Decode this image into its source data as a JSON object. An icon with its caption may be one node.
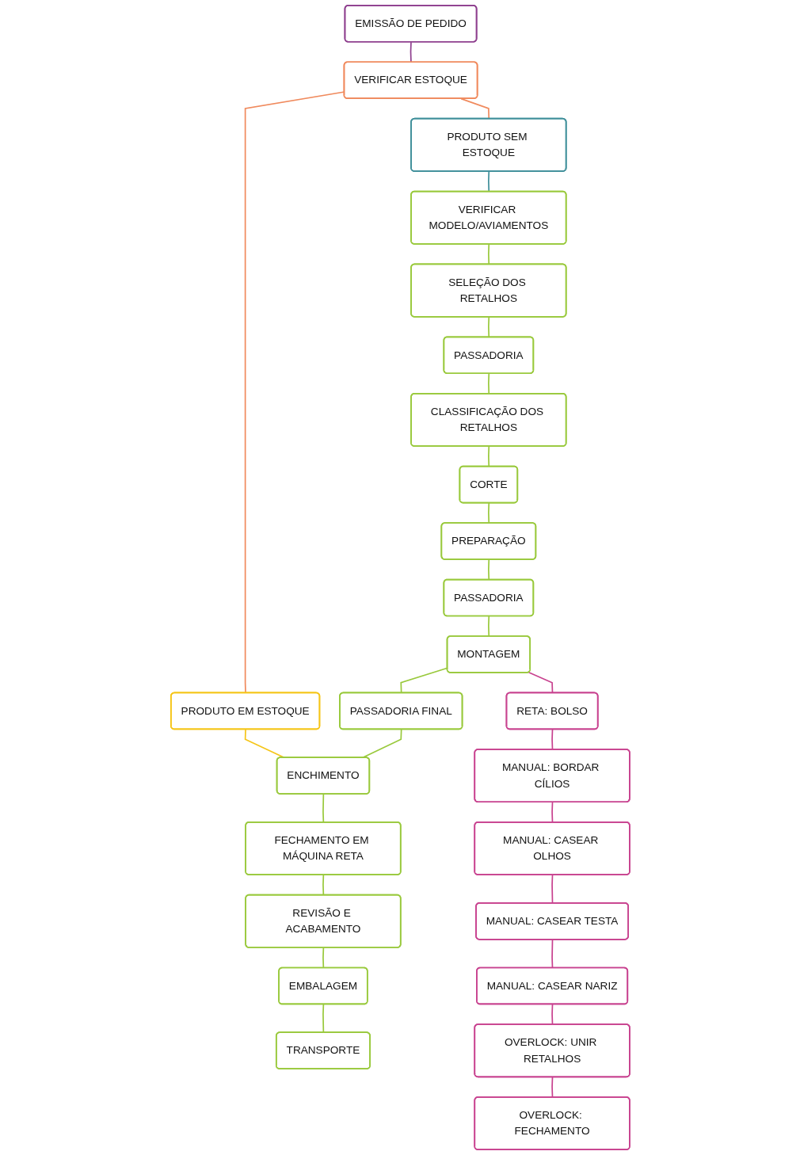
{
  "diagram": {
    "nodes": [
      {
        "text": [
          "EMISSÃO DE PEDIDO"
        ]
      },
      {
        "text": [
          "VERIFICAR ESTOQUE"
        ]
      },
      {
        "text": [
          "PRODUTO EM ESTOQUE"
        ]
      },
      {
        "text": [
          "PRODUTO SEM ESTOQUE"
        ]
      },
      {
        "text": [
          "VERIFICAR MODELO/AVIAMENTOS"
        ]
      },
      {
        "text": [
          "SELEÇÃO DOS RETALHOS"
        ]
      },
      {
        "text": [
          "PASSADORIA"
        ]
      },
      {
        "text": [
          "CLASSIFICAÇÃO DOS RETALHOS"
        ]
      },
      {
        "text": [
          "CORTE"
        ]
      },
      {
        "text": [
          "PREPARAÇÃO"
        ]
      },
      {
        "text": [
          "PASSADORIA"
        ]
      },
      {
        "text": [
          "MONTAGEM"
        ]
      },
      {
        "text": [
          "PASSADORIA FINAL"
        ]
      },
      {
        "text": [
          "ENCHIMENTO"
        ]
      },
      {
        "text": [
          "FECHAMENTO EM MÁQUINA RETA"
        ]
      },
      {
        "text": [
          "REVISÃO E ACABAMENTO"
        ]
      },
      {
        "text": [
          "EMBALAGEM"
        ]
      },
      {
        "text": [
          "TRANSPORTE"
        ]
      },
      {
        "text": [
          "RETA: BOLSO"
        ]
      },
      {
        "text": [
          "MANUAL: BORDAR CÍLIOS"
        ]
      },
      {
        "text": [
          "MANUAL: CASEAR OLHOS"
        ]
      },
      {
        "text": [
          "MANUAL: CASEAR TESTA"
        ]
      },
      {
        "text": [
          "MANUAL: CASEAR NARIZ"
        ]
      },
      {
        "text": [
          "OVERLOCK: UNIR RETALHOS"
        ]
      },
      {
        "text": [
          "OVERLOCK: FECHAMENTO"
        ]
      }
    ],
    "edges": [
      {
        "from": 0,
        "to": 1,
        "arrow": "none",
        "color": "#8e3f8e"
      },
      {
        "from": 1,
        "to": 2,
        "arrow": "none",
        "color": "#f08a5d"
      },
      {
        "from": 1,
        "to": 3,
        "arrow": "none",
        "color": "#f08a5d"
      },
      {
        "from": 3,
        "to": 4,
        "arrow": "none",
        "color": "#3f8f9a"
      },
      {
        "from": 4,
        "to": 5,
        "arrow": "none"
      },
      {
        "from": 5,
        "to": 6,
        "arrow": "none"
      },
      {
        "from": 6,
        "to": 7,
        "arrow": "none"
      },
      {
        "from": 7,
        "to": 8,
        "arrow": "none"
      },
      {
        "from": 8,
        "to": 9,
        "arrow": "none"
      },
      {
        "from": 9,
        "to": 10,
        "arrow": "none"
      },
      {
        "from": 10,
        "to": 11,
        "arrow": "none"
      },
      {
        "from": 11,
        "to": 18,
        "arrow": "none",
        "color": "#c8428f"
      },
      {
        "from": 18,
        "to": 19,
        "arrow": "none",
        "color": "#c8428f"
      },
      {
        "from": 19,
        "to": 20,
        "arrow": "none",
        "color": "#c8428f"
      },
      {
        "from": 20,
        "to": 21,
        "arrow": "none",
        "color": "#c8428f"
      },
      {
        "from": 21,
        "to": 22,
        "arrow": "none",
        "color": "#c8428f"
      },
      {
        "from": 22,
        "to": 23,
        "arrow": "none",
        "color": "#c8428f"
      },
      {
        "from": 23,
        "to": 24,
        "arrow": "none",
        "color": "#c8428f"
      },
      {
        "from": 11,
        "to": 12,
        "arrow": "none"
      },
      {
        "from": 12,
        "to": 13,
        "arrow": "none"
      },
      {
        "from": 2,
        "to": 13,
        "arrow": "none",
        "color": "#f5c518"
      },
      {
        "from": 13,
        "to": 14,
        "arrow": "none"
      },
      {
        "from": 14,
        "to": 15,
        "arrow": "none"
      },
      {
        "from": 15,
        "to": 16,
        "arrow": "none"
      },
      {
        "from": 16,
        "to": 17,
        "arrow": "none"
      }
    ]
  }
}
